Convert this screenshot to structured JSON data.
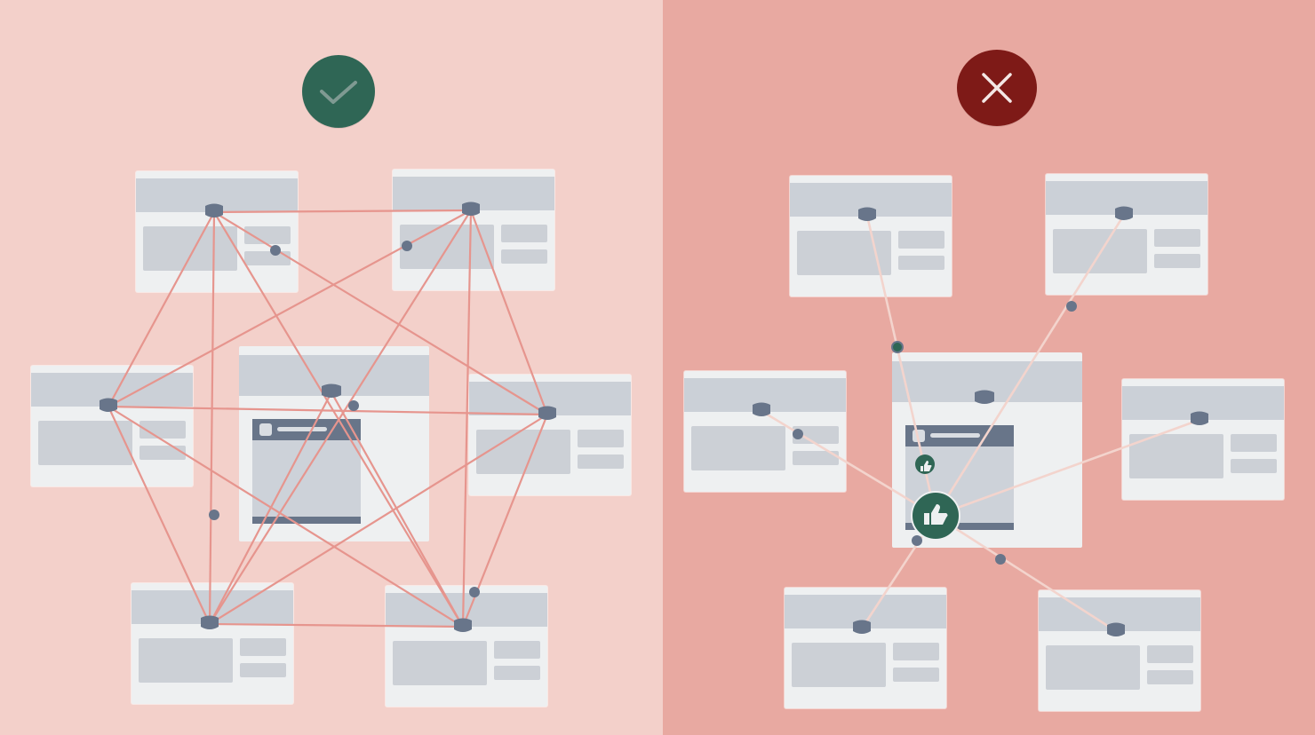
{
  "panels": {
    "good": {
      "background": "#f3d0ca",
      "badge_icon": "check-icon",
      "badge_color": "#2f6655"
    },
    "bad": {
      "background": "#e8a9a1",
      "badge_icon": "close-icon",
      "badge_color": "#7e1a17"
    }
  },
  "colors": {
    "card": "#eef0f1",
    "card_block": "#ccd0d6",
    "node": "#68758a",
    "link_good": "#e6958e",
    "link_bad": "#f3d4cd",
    "like_node": "#2f6655"
  },
  "diagram": {
    "good_description_icons": [
      "page-card",
      "node-dot",
      "link-line"
    ],
    "bad_hub_icon": "thumbs-up-icon"
  }
}
